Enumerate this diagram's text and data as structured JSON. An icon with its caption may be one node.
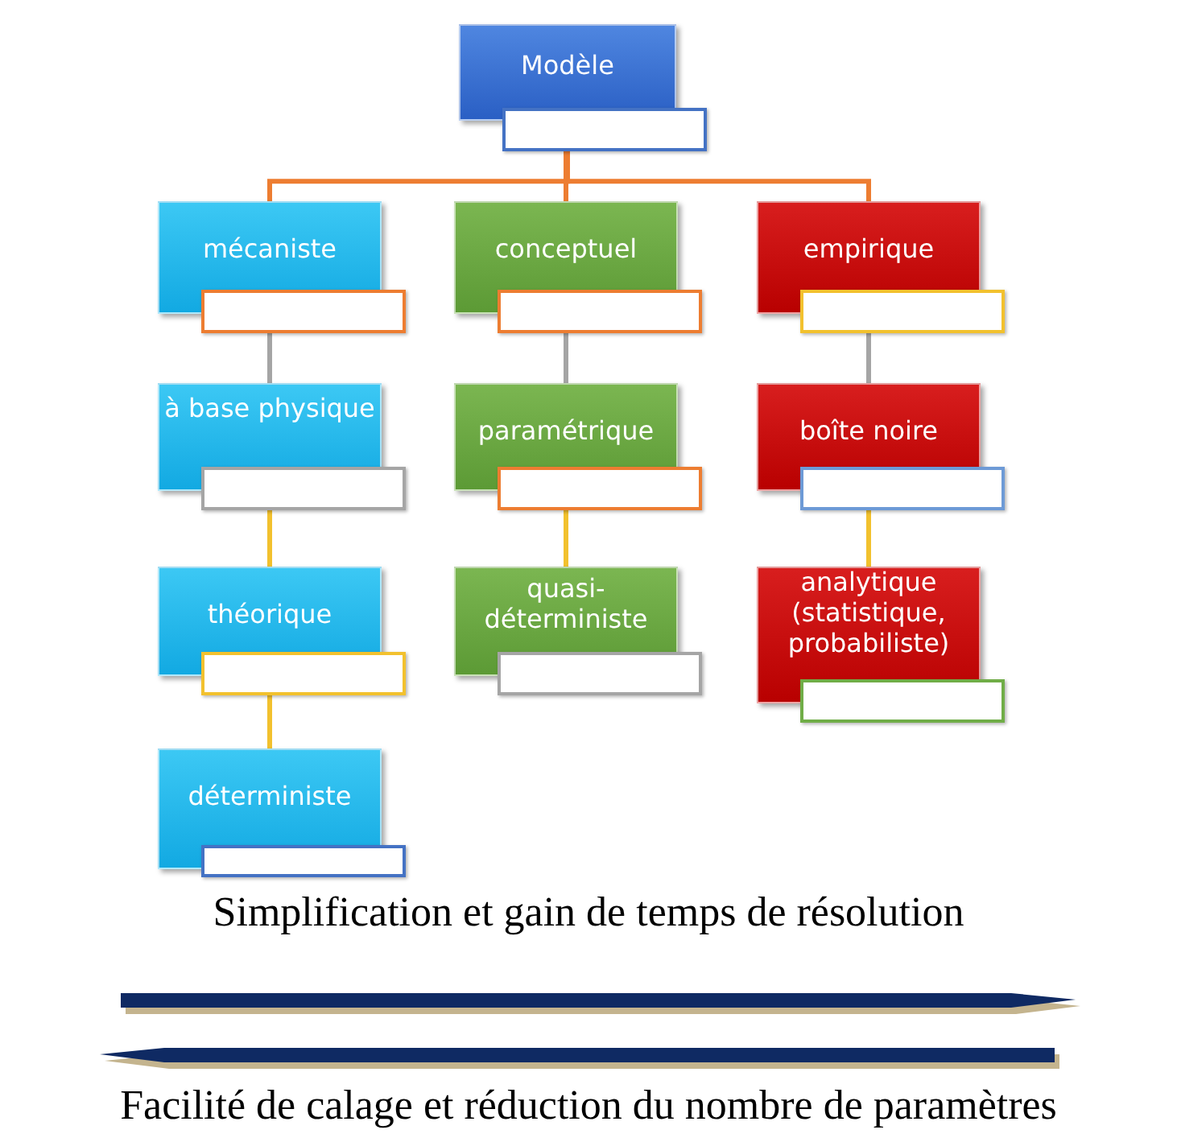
{
  "diagram": {
    "nodes": [
      {
        "text": [
          "Modèle"
        ]
      },
      {
        "text": [
          "mécaniste"
        ]
      },
      {
        "text": [
          "conceptuel"
        ]
      },
      {
        "text": [
          "empirique"
        ]
      },
      {
        "text": [
          "à base physique"
        ]
      },
      {
        "text": [
          "paramétrique"
        ]
      },
      {
        "text": [
          "boîte noire"
        ]
      },
      {
        "text": [
          "théorique"
        ]
      },
      {
        "text": [
          "quasi-déterministe"
        ]
      },
      {
        "text": [
          "analytique (statistique, probabiliste)"
        ]
      },
      {
        "text": [
          "déterministe"
        ]
      }
    ],
    "edges": [
      {
        "from": 0,
        "to": 1,
        "arrow": "none",
        "color": "#ed7d31"
      },
      {
        "from": 0,
        "to": 2,
        "arrow": "none",
        "color": "#ed7d31"
      },
      {
        "from": 0,
        "to": 3,
        "arrow": "none",
        "color": "#ed7d31"
      },
      {
        "from": 1,
        "to": 4,
        "arrow": "none",
        "color": "#a5a5a5"
      },
      {
        "from": 2,
        "to": 5,
        "arrow": "none",
        "color": "#a5a5a5"
      },
      {
        "from": 3,
        "to": 6,
        "arrow": "none",
        "color": "#a5a5a5"
      },
      {
        "from": 4,
        "to": 7,
        "arrow": "none",
        "color": "#f2c12e"
      },
      {
        "from": 5,
        "to": 8,
        "arrow": "none",
        "color": "#f2c12e"
      },
      {
        "from": 6,
        "to": 9,
        "arrow": "none",
        "color": "#f2c12e"
      },
      {
        "from": 7,
        "to": 10,
        "arrow": "none",
        "color": "#f2c12e"
      }
    ],
    "labels": [
      "Simplification et gain de temps de résolution",
      "Facilité de calage et réduction du nombre de paramètres"
    ]
  }
}
